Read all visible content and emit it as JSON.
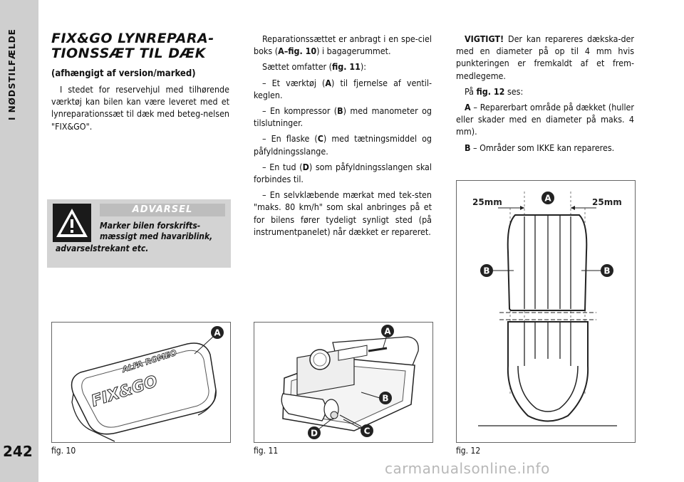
{
  "sidebar": {
    "label": "I NØDSTILFÆLDE",
    "page_number": "242"
  },
  "col1": {
    "title": "FIX&GO LYNREPARA-TIONSSÆT TIL DÆK",
    "subtitle": "(afhængigt af version/marked)",
    "para": "I stedet for reservehjul med tilhørende værktøj kan bilen kan være leveret med et lynreparationssæt til dæk med beteg-nelsen \"FIX&GO\"."
  },
  "warning": {
    "title": "ADVARSEL",
    "text_a": "Marker bilen forskrifts-mæssigt med havariblink,",
    "text_b": "advarselstrekant etc."
  },
  "col2": {
    "p1": "Reparationssættet er anbragt i en spe-ciel boks (",
    "p1_ref": "A–fig. 10",
    "p1_end": ") i bagagerummet.",
    "p2": "Sættet omfatter (",
    "p2_ref": "fig. 11",
    "p2_end": "):",
    "i1_a": "– Et værktøj (",
    "i1_ref": "A",
    "i1_b": ") til fjernelse af ventil-keglen.",
    "i2_a": "– En kompressor (",
    "i2_ref": "B",
    "i2_b": ") med manometer og tilslutninger.",
    "i3_a": "– En flaske (",
    "i3_ref": "C",
    "i3_b": ") med tætningsmiddel og påfyldningsslange.",
    "i4_a": "– En tud (",
    "i4_ref": "D",
    "i4_b": ") som påfyldningsslangen skal forbindes til.",
    "i5": "– En selvklæbende mærkat med tek-sten \"maks. 80 km/h\" som skal anbringes på et for bilens fører tydeligt synligt sted (på instrumentpanelet) når dækket er repareret."
  },
  "col3": {
    "p1_lead": "VIGTIGT!",
    "p1": " Der kan repareres dækska-der med en diameter på op til 4 mm hvis punkteringen er fremkaldt af et frem-medlegeme.",
    "p2_a": "På ",
    "p2_ref": "fig. 12",
    "p2_b": " ses:",
    "p3_ref": "A",
    "p3": " – Reparerbart område på dækket (huller eller skader med en diameter på maks. 4 mm).",
    "p4_ref": "B",
    "p4": " – Områder som IKKE kan repareres."
  },
  "figures": {
    "fig10": {
      "caption": "fig. 10",
      "label_a": "A",
      "brand": "ALFA ROMEO",
      "product": "FIX&GO"
    },
    "fig11": {
      "caption": "fig. 11",
      "label_a": "A",
      "label_b": "B",
      "label_c": "C",
      "label_d": "D"
    },
    "fig12": {
      "caption": "fig. 12",
      "label_a": "A",
      "label_b": "B",
      "dim_left": "25mm",
      "dim_right": "25mm"
    }
  },
  "watermark": "carmanualsonline.info"
}
